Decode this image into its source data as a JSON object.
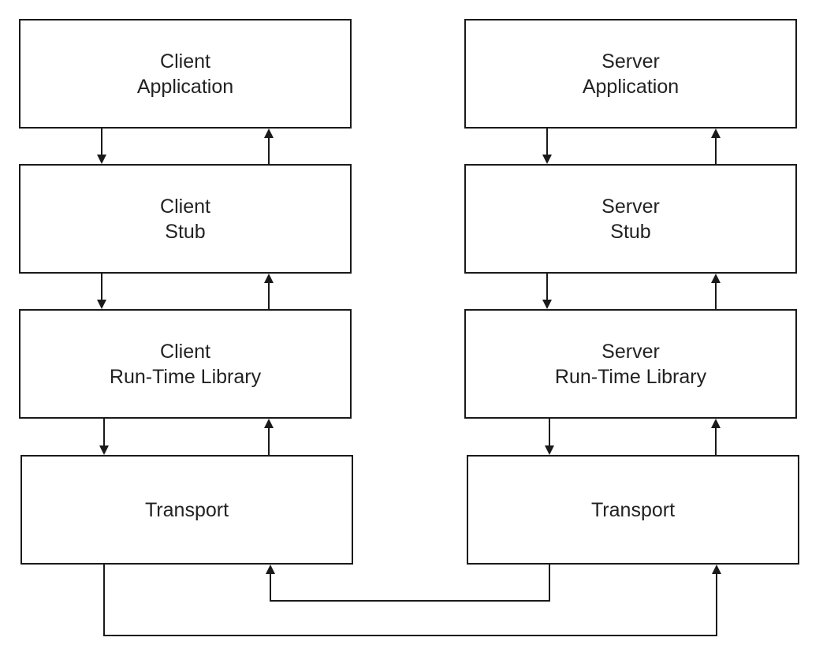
{
  "client": {
    "application": {
      "line1": "Client",
      "line2": "Application"
    },
    "stub": {
      "line1": "Client",
      "line2": "Stub"
    },
    "runtime": {
      "line1": "Client",
      "line2": "Run-Time Library"
    },
    "transport": {
      "line1": "Transport"
    }
  },
  "server": {
    "application": {
      "line1": "Server",
      "line2": "Application"
    },
    "stub": {
      "line1": "Server",
      "line2": "Stub"
    },
    "runtime": {
      "line1": "Server",
      "line2": "Run-Time Library"
    },
    "transport": {
      "line1": "Transport"
    }
  },
  "colors": {
    "stroke": "#1a1a1a",
    "text": "#222222",
    "background": "#ffffff"
  }
}
